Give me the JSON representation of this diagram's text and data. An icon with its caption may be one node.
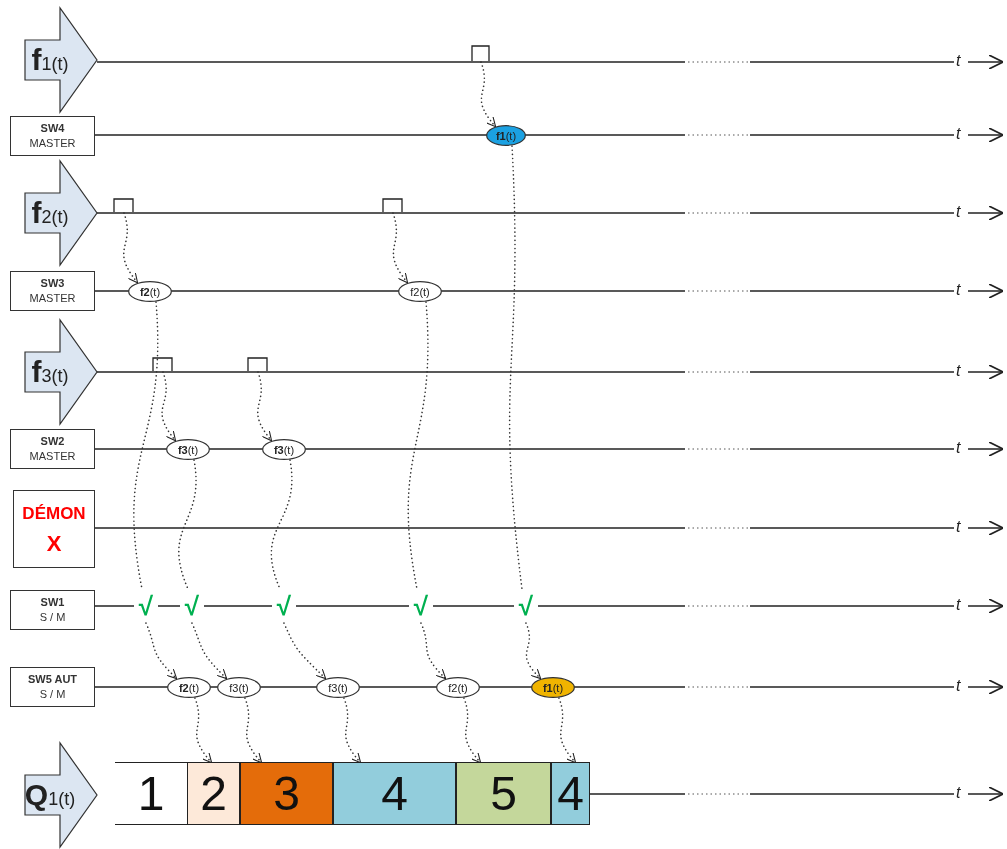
{
  "diagram": {
    "nodes": [
      {
        "text": [
          "**f**1(t)"
        ]
      },
      {
        "text": [],
        "shape": "pulse"
      },
      {
        "text": [
          "SW4",
          "MASTER"
        ]
      },
      {
        "text": [
          "**f1**(t)"
        ]
      },
      {
        "text": [
          "**f**2(t)"
        ]
      },
      {
        "text": [],
        "shape": "pulse"
      },
      {
        "text": [],
        "shape": "pulse"
      },
      {
        "text": [
          "SW3",
          "MASTER"
        ]
      },
      {
        "text": [
          "**f2**(t)"
        ]
      },
      {
        "text": [
          "f2(t)"
        ]
      },
      {
        "text": [
          "**f**3(t)"
        ]
      },
      {
        "text": [],
        "shape": "pulse"
      },
      {
        "text": [],
        "shape": "pulse"
      },
      {
        "text": [
          "SW2",
          "MASTER"
        ]
      },
      {
        "text": [
          "**f3**(t)"
        ]
      },
      {
        "text": [
          "**f3**(t)"
        ]
      },
      {
        "text": [
          "DÉMON",
          "X"
        ]
      },
      {
        "text": [
          "SW1",
          "S / M"
        ]
      },
      {
        "text": [
          "√"
        ]
      },
      {
        "text": [
          "√"
        ]
      },
      {
        "text": [
          "√"
        ]
      },
      {
        "text": [
          "√"
        ]
      },
      {
        "text": [
          "√"
        ]
      },
      {
        "text": [
          "SW5 AUT",
          "S / M"
        ]
      },
      {
        "text": [
          "**f2**(t)"
        ]
      },
      {
        "text": [
          "f3(t)"
        ]
      },
      {
        "text": [
          "f3(t)"
        ]
      },
      {
        "text": [
          "f2(t)"
        ]
      },
      {
        "text": [
          "**f1**(t)"
        ]
      },
      {
        "text": [
          "**Q**1(t)"
        ]
      },
      {
        "text": [
          "1"
        ]
      },
      {
        "text": [
          "2"
        ]
      },
      {
        "text": [
          "3"
        ]
      },
      {
        "text": [
          "4"
        ]
      },
      {
        "text": [
          "5"
        ]
      },
      {
        "text": [
          "4"
        ]
      }
    ],
    "edges": [
      {
        "from": 1,
        "to": 3,
        "arrow": "to",
        "style": "dashed"
      },
      {
        "from": 5,
        "to": 8,
        "arrow": "to",
        "style": "dashed"
      },
      {
        "from": 6,
        "to": 9,
        "arrow": "to",
        "style": "dashed"
      },
      {
        "from": 11,
        "to": 14,
        "arrow": "to",
        "style": "dashed"
      },
      {
        "from": 12,
        "to": 15,
        "arrow": "to",
        "style": "dashed"
      },
      {
        "from": 8,
        "to": 18,
        "arrow": "none",
        "style": "dashed"
      },
      {
        "from": 14,
        "to": 19,
        "arrow": "none",
        "style": "dashed"
      },
      {
        "from": 15,
        "to": 20,
        "arrow": "none",
        "style": "dashed"
      },
      {
        "from": 9,
        "to": 21,
        "arrow": "none",
        "style": "dashed"
      },
      {
        "from": 3,
        "to": 22,
        "arrow": "none",
        "style": "dashed"
      },
      {
        "from": 18,
        "to": 24,
        "arrow": "to",
        "style": "dashed"
      },
      {
        "from": 19,
        "to": 25,
        "arrow": "to",
        "style": "dashed"
      },
      {
        "from": 20,
        "to": 26,
        "arrow": "to",
        "style": "dashed"
      },
      {
        "from": 21,
        "to": 27,
        "arrow": "to",
        "style": "dashed"
      },
      {
        "from": 22,
        "to": 28,
        "arrow": "to",
        "style": "dashed"
      },
      {
        "from": 24,
        "to": 31,
        "arrow": "to",
        "style": "dashed"
      },
      {
        "from": 25,
        "to": 32,
        "arrow": "to",
        "style": "dashed"
      },
      {
        "from": 26,
        "to": 33,
        "arrow": "to",
        "style": "dashed"
      },
      {
        "from": 27,
        "to": 34,
        "arrow": "to",
        "style": "dashed"
      },
      {
        "from": 28,
        "to": 35,
        "arrow": "to",
        "style": "dashed"
      }
    ],
    "labels": [
      "t",
      "t",
      "t",
      "t",
      "t",
      "t",
      "t",
      "t",
      "t",
      "t"
    ]
  }
}
